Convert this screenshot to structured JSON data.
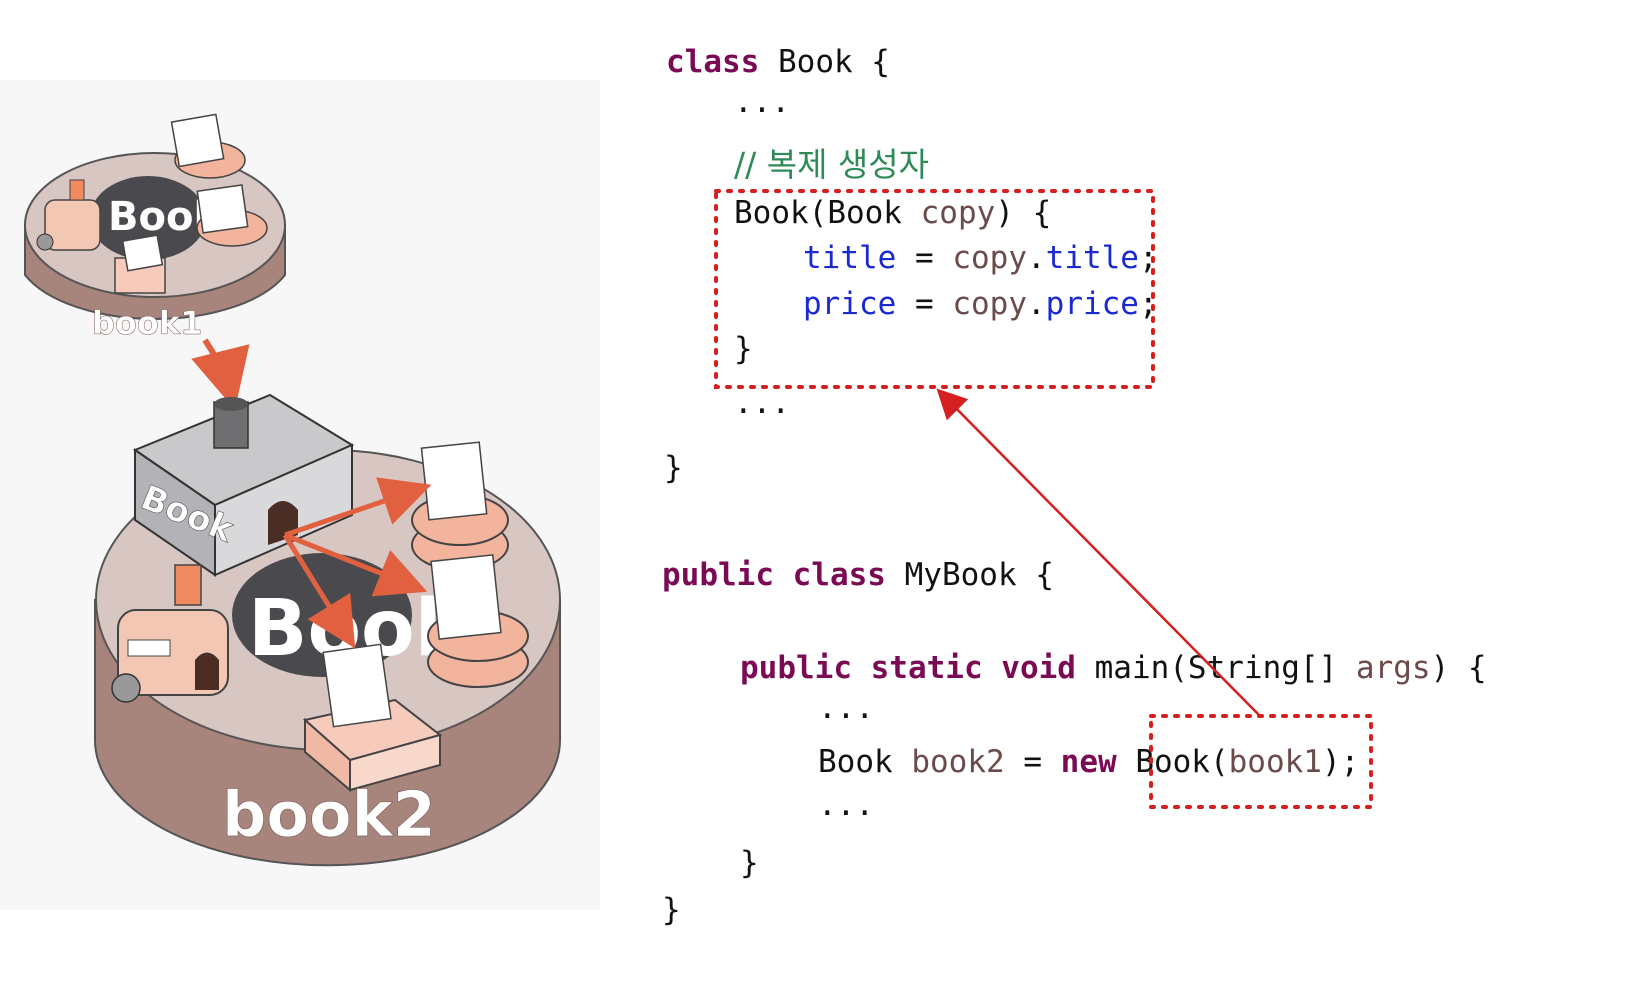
{
  "illustration": {
    "book1_label": "book1",
    "book2_label": "book2",
    "factory_label": "Book",
    "book1_disc_label": "Book",
    "book2_disc_label": "Book"
  },
  "code": {
    "l1": {
      "kw": "class",
      "rest": " Book {"
    },
    "l2": "...",
    "l3": "// 복제 생성자",
    "l4": {
      "a": "Book(Book ",
      "b": "copy",
      "c": ") {"
    },
    "l5": {
      "f1": "title",
      "eq": " = ",
      "v": "copy",
      "dot": ".",
      "f2": "title",
      "end": ";"
    },
    "l6": {
      "f1": "price",
      "eq": " = ",
      "v": "copy",
      "dot": ".",
      "f2": "price",
      "end": ";"
    },
    "l7": "}",
    "l8": "...",
    "l9": "}",
    "l10": {
      "kw": "public class",
      "rest": " MyBook {"
    },
    "l11": {
      "kw": "public static void",
      "a": " main(String[] ",
      "b": "args",
      "c": ") {"
    },
    "l12": "...",
    "l13": {
      "a": "Book ",
      "b": "book2",
      "c": " = ",
      "kw": "new",
      "d": " Book(",
      "e": "book1",
      "f": ");"
    },
    "l14": "...",
    "l15": "}",
    "l16": "}"
  },
  "colors": {
    "keyword": "#7b0a55",
    "field": "#1a2ad1",
    "variable": "#6b4a4a",
    "comment": "#2e8b57",
    "highlight_box": "#d42020",
    "arrow": "#d42020"
  }
}
